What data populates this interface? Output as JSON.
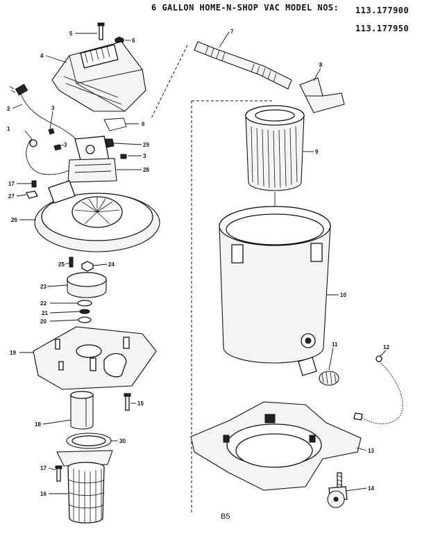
{
  "header": {
    "title": "6 GALLON HOME-N-SHOP VAC MODEL NOS:",
    "model_1": "113.177900",
    "model_2": "113.177950"
  },
  "callouts": {
    "p1": "1",
    "p2": "2",
    "p3a": "3",
    "p3b": "3",
    "p3c": "3",
    "p4": "4",
    "p5": "5",
    "p6a": "6",
    "p6b": "6",
    "p7": "7",
    "p8": "8",
    "p9": "9",
    "p10": "10",
    "p11": "11",
    "p12": "12",
    "p13": "13",
    "p14": "14",
    "p15": "15",
    "p16": "16",
    "p17a": "17",
    "p17b": "17",
    "p18": "18",
    "p19": "19",
    "p20": "20",
    "p21": "21",
    "p22": "22",
    "p23": "23",
    "p24": "24",
    "p25": "25",
    "p26": "26",
    "p27": "27",
    "p28": "28",
    "p29": "29",
    "p30": "30"
  },
  "page_label": "B5"
}
